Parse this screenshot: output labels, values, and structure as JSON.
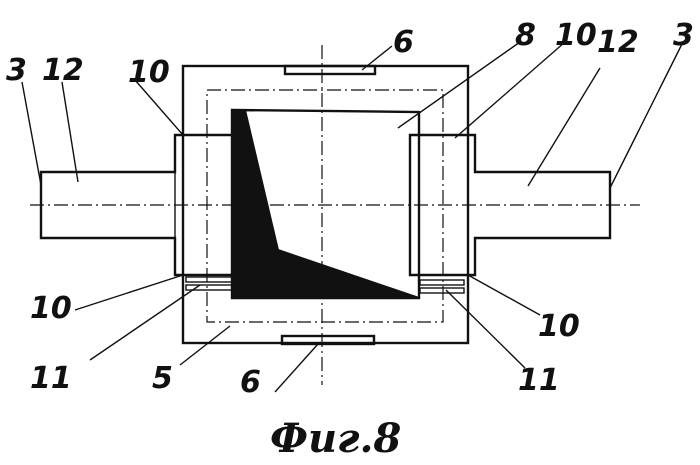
{
  "figure": {
    "caption": "Фиг.8",
    "labels": {
      "l3_left": "3",
      "l12_left": "12",
      "l10_top_left": "10",
      "l6_top": "6",
      "l8": "8",
      "l10_top_right": "10",
      "l12_right": "12",
      "l3_right": "3",
      "l10_bottom_left": "10",
      "l11_left": "11",
      "l5": "5",
      "l6_bottom": "6",
      "l10_bottom_right": "10",
      "l11_right": "11"
    }
  }
}
